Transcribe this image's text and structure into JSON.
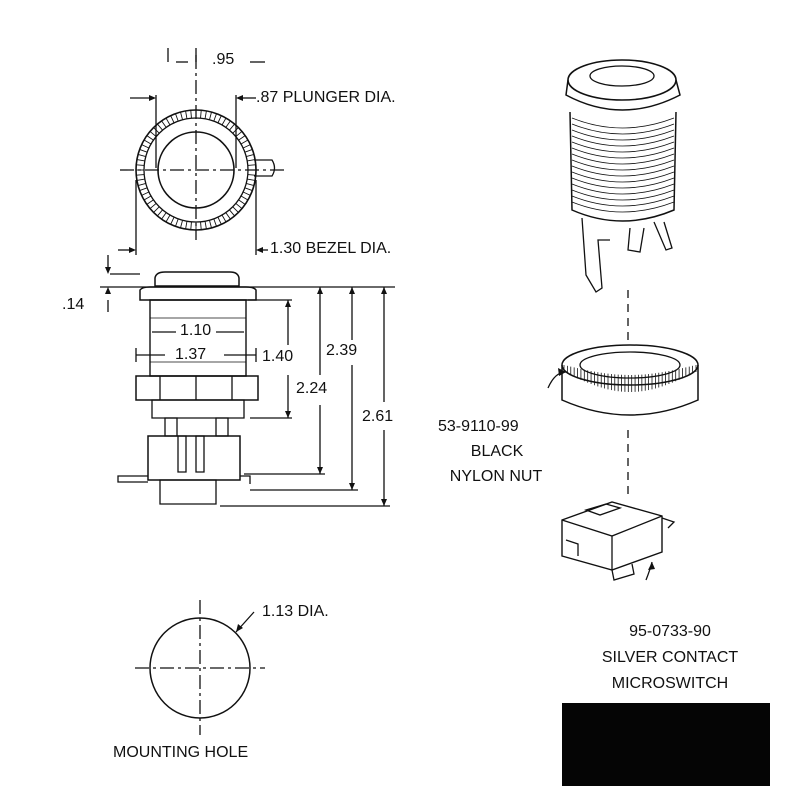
{
  "dimensions": {
    "top_width": ".95",
    "plunger": ".87 PLUNGER DIA.",
    "bezel": "1.30 BEZEL DIA.",
    "bezel_height": ".14",
    "inner_1": "1.10",
    "inner_2": "1.37",
    "height_1": "1.40",
    "height_2": "2.24",
    "height_3": "2.39",
    "height_4": "2.61",
    "hole": "1.13 DIA."
  },
  "parts": {
    "nut_number": "53-9110-99",
    "nut_line1": "BLACK",
    "nut_line2": "NYLON NUT",
    "switch_number": "95-0733-90",
    "switch_line1": "SILVER CONTACT",
    "switch_line2": "MICROSWITCH"
  },
  "captions": {
    "mounting_hole": "MOUNTING HOLE"
  },
  "colors": {
    "ink": "#111111",
    "block": "#050505",
    "background": "#ffffff"
  }
}
